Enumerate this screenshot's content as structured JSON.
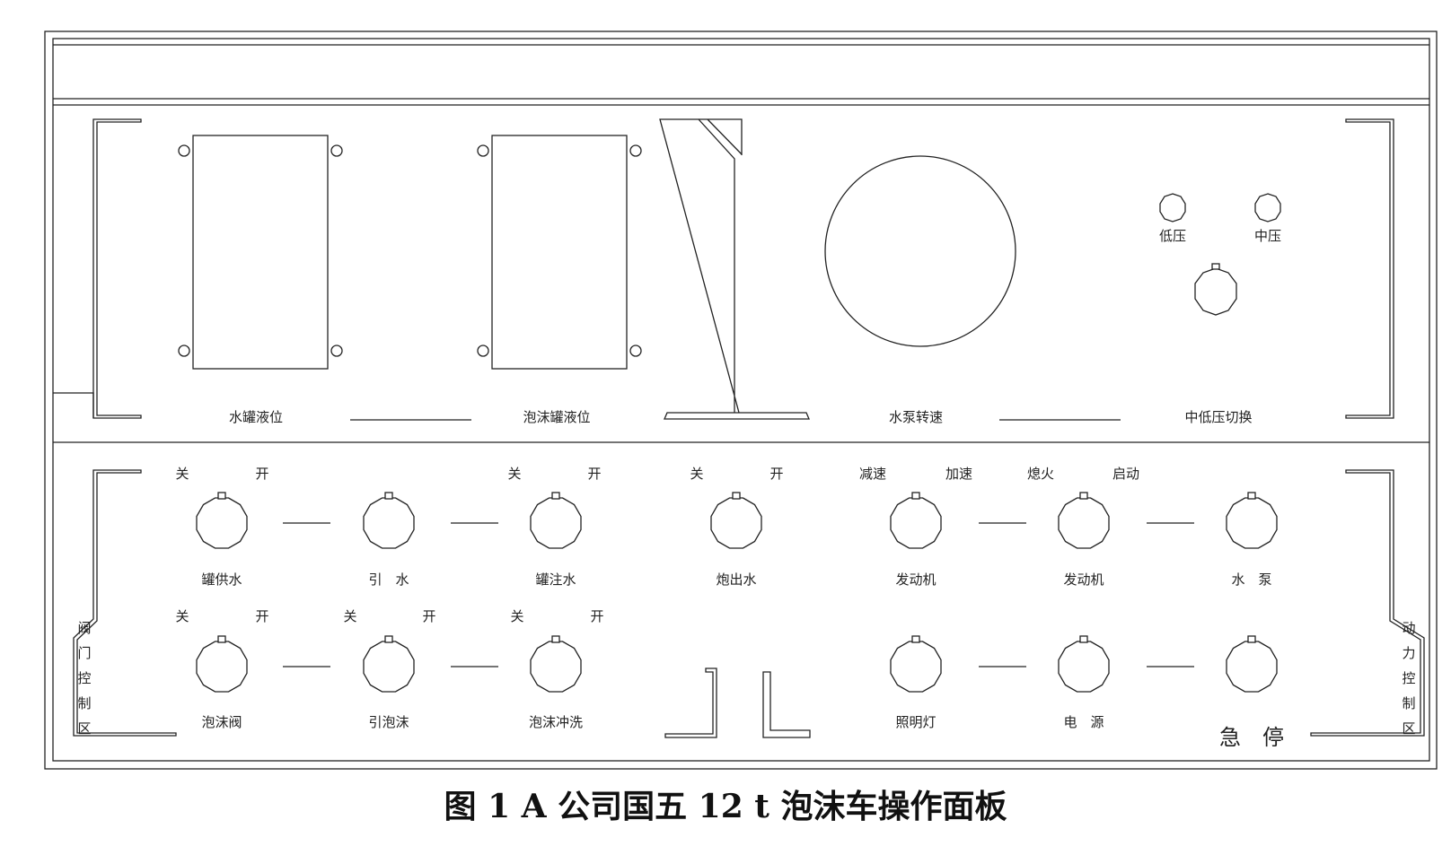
{
  "top_labels": {
    "water_tank_level": "水罐液位",
    "foam_tank_level": "泡沫罐液位",
    "pump_speed": "水泵转速",
    "pressure_switch": "中低压切换",
    "low_pressure": "低压",
    "mid_pressure": "中压"
  },
  "valve_zone": {
    "title_chars": [
      "阀",
      "门",
      "控",
      "制",
      "区"
    ],
    "off": "关",
    "on": "开",
    "row1": [
      "罐供水",
      "引　水",
      "罐注水"
    ],
    "row2": [
      "泡沫阀",
      "引泡沫",
      "泡沫冲洗"
    ],
    "cannon": "炮出水"
  },
  "power_zone": {
    "title_chars": [
      "动",
      "力",
      "控",
      "制",
      "区"
    ],
    "decelerate": "减速",
    "accelerate": "加速",
    "engine_off": "熄火",
    "engine_start": "启动",
    "row1": [
      "发动机",
      "发动机",
      "水　泵"
    ],
    "row2": [
      "照明灯",
      "电　源"
    ],
    "emergency_stop": "急　停"
  },
  "caption": "图 1  A 公司国五 12  t 泡沫车操作面板"
}
